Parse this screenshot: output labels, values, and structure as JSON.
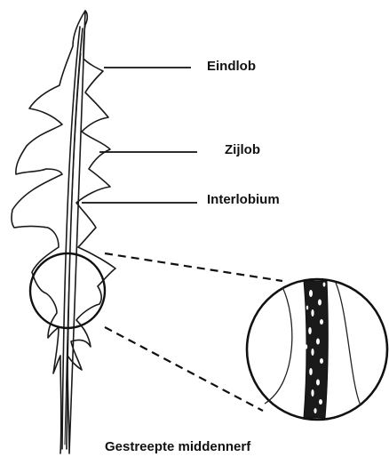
{
  "labels": {
    "eindlob": "Eindlob",
    "zijlob": "Zijlob",
    "interlobium": "Interlobium",
    "caption": "Gestreepte middennerf"
  }
}
